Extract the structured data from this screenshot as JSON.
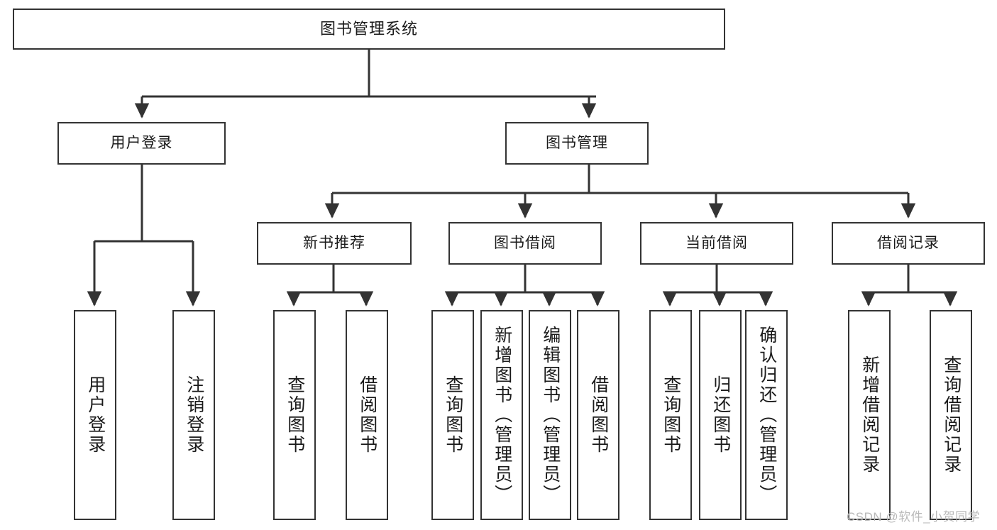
{
  "diagram": {
    "title": "图书管理系统",
    "watermark": "CSDN @软件_小贺同学",
    "stroke_color": "#333333",
    "fill_color": "#ffffff",
    "text_color": "#1a1a1a",
    "watermark_color": "#b9b9b9",
    "nodes": {
      "root": "图书管理系统",
      "level1": [
        "用户登录",
        "图书管理"
      ],
      "level2": [
        "新书推荐",
        "图书借阅",
        "当前借阅",
        "借阅记录"
      ],
      "leaves": {
        "user_login": [
          "用户登录",
          "注销登录"
        ],
        "new_book": [
          "查询图书",
          "借阅图书"
        ],
        "book_borrow": [
          "查询图书",
          "新增图书（管理员）",
          "编辑图书（管理员）",
          "借阅图书"
        ],
        "current_borrow": [
          "查询图书",
          "归还图书",
          "确认归还（管理员）"
        ],
        "borrow_record": [
          "新增借阅记录",
          "查询借阅记录"
        ]
      }
    }
  }
}
